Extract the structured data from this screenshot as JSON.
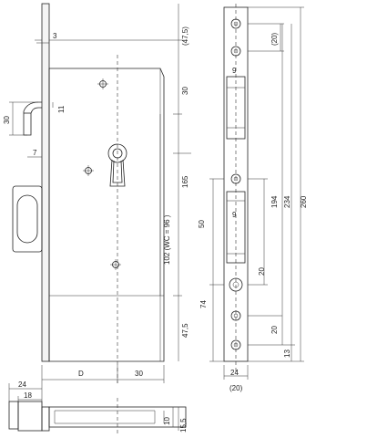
{
  "dimensions": {
    "front": {
      "d3": "3",
      "d47_5_top": "(47,5)",
      "d30_upper": "30",
      "d30_latch": "30",
      "d11": "11",
      "d7": "7",
      "d165": "165",
      "d102": "102 (WC = 96 )",
      "d47_5_bottom": "47,5",
      "dD": "D",
      "d30_bottom": "30"
    },
    "side": {
      "d20_top": "(20)",
      "d9_top": "9",
      "d50": "50",
      "d9_mid": "9",
      "d194": "194",
      "d234": "234",
      "d260": "260",
      "d20_mid": "20",
      "d74": "74",
      "d20_low": "20",
      "d13": "13",
      "d24": "24",
      "d20_bottom": "(20)"
    },
    "plan": {
      "d24": "24",
      "d18": "18",
      "d10": "10",
      "d15_5": "15,5"
    }
  }
}
